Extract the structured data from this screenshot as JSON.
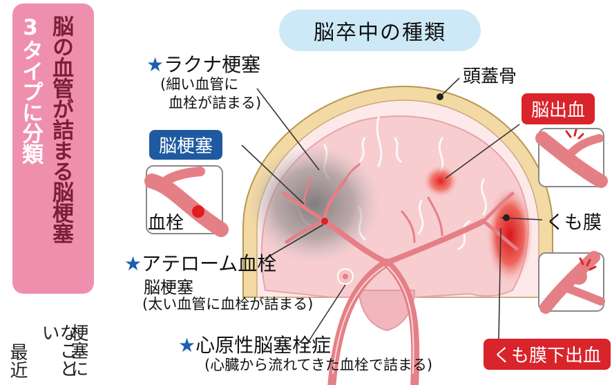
{
  "side_banner": {
    "col_1": "脳の血管が詰まる脳梗塞",
    "col_2": "3タイプに分類"
  },
  "bottom_text": {
    "col_1": "梗塞に",
    "col_2": "なことい",
    "col_3": "最近"
  },
  "title": "脳卒中の種類",
  "labels": {
    "skull": "頭蓋骨",
    "arachnoid": "くも膜",
    "clot": "血栓",
    "cerebral_infarction_badge": "脳梗塞",
    "hemorrhage_badge": "脳出血",
    "subarachnoid_badge": "くも膜下出血"
  },
  "lacunar": {
    "star": "★",
    "title": "ラクナ梗塞",
    "sub_1": "(細い血管に",
    "sub_2": "血栓が詰まる)"
  },
  "atheroma": {
    "star": "★",
    "title_1": "アテローム血栓",
    "title_2": "脳梗塞",
    "sub": "(太い血管に血栓が詰まる)"
  },
  "cardiogenic": {
    "star": "★",
    "title": "心原性脳塞栓症",
    "sub": "(心臓から流れてきた血栓で詰まる)"
  },
  "colors": {
    "banner": "#ef8fae",
    "title_pill": "#cde9f7",
    "badge_blue": "#1f5aa0",
    "badge_red": "#d9242b",
    "skull": "#f3d9a3",
    "brain": "#f7cdd0",
    "vessel": "#e57f86",
    "star": "#1b5fb0"
  },
  "icons": [
    "star-icon",
    "blood-vessel-icon",
    "burst-icon"
  ]
}
